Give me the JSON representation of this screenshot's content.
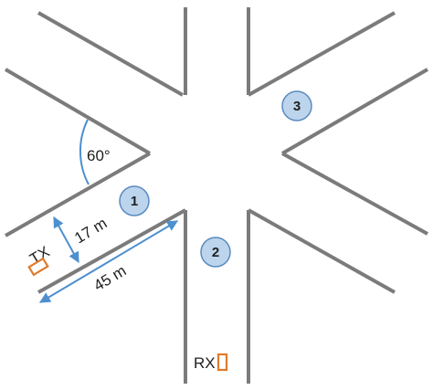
{
  "labels": {
    "angle": "60°",
    "width": "17 m",
    "length": "45 m",
    "tx": "TX",
    "rx": "RX"
  },
  "markers": [
    "1",
    "2",
    "3"
  ],
  "colors": {
    "walls": "#7b7b7b",
    "dimension_lines": "#4d8fcf",
    "markers_fill": "#bcd4ec",
    "markers_stroke": "#5a8bbf",
    "devices": "#e07a2a"
  }
}
